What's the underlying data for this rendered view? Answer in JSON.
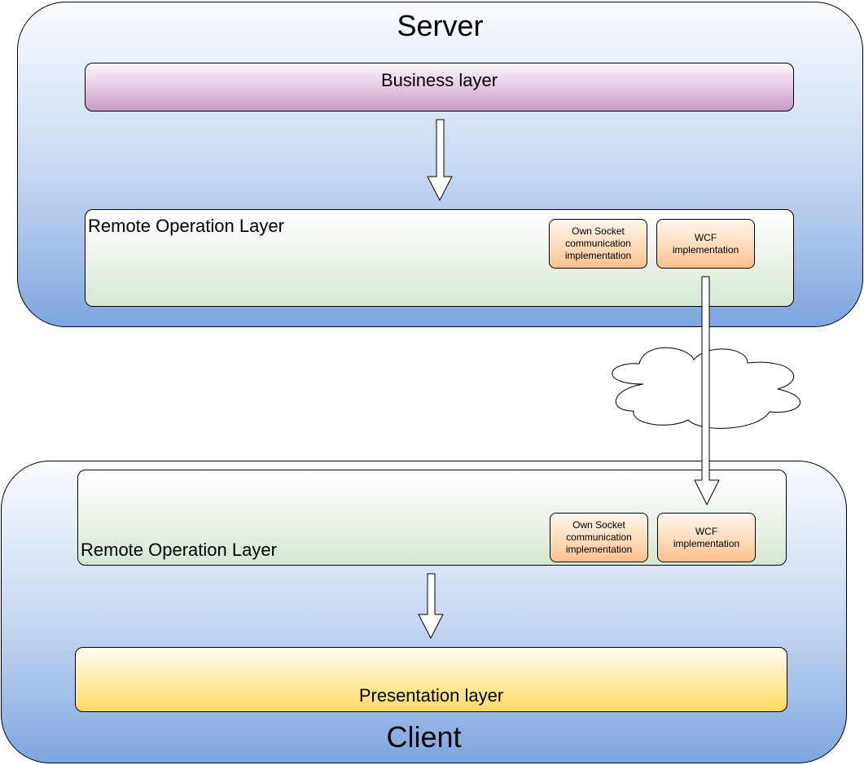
{
  "server": {
    "title": "Server",
    "business_layer": "Business layer",
    "remote_operation_layer": {
      "label": "Remote Operation Layer",
      "socket_impl": "Own Socket\ncommunication\nimplementation",
      "wcf_impl": "WCF\nimplementation"
    }
  },
  "client": {
    "title": "Client",
    "remote_operation_layer": {
      "label": "Remote Operation Layer",
      "socket_impl": "Own Socket\ncommunication\nimplementation",
      "wcf_impl": "WCF\nimplementation"
    },
    "presentation_layer": "Presentation layer"
  },
  "colors": {
    "tier_fill": "#7ea6e0",
    "business_fill": "#c99ac6",
    "remote_layer_fill": "#d5e8d4",
    "impl_fill": "#ffc08c",
    "presentation_fill": "#ffd966",
    "cloud_fill": "#ffffff"
  },
  "icons": [
    "down-arrow",
    "cloud"
  ]
}
